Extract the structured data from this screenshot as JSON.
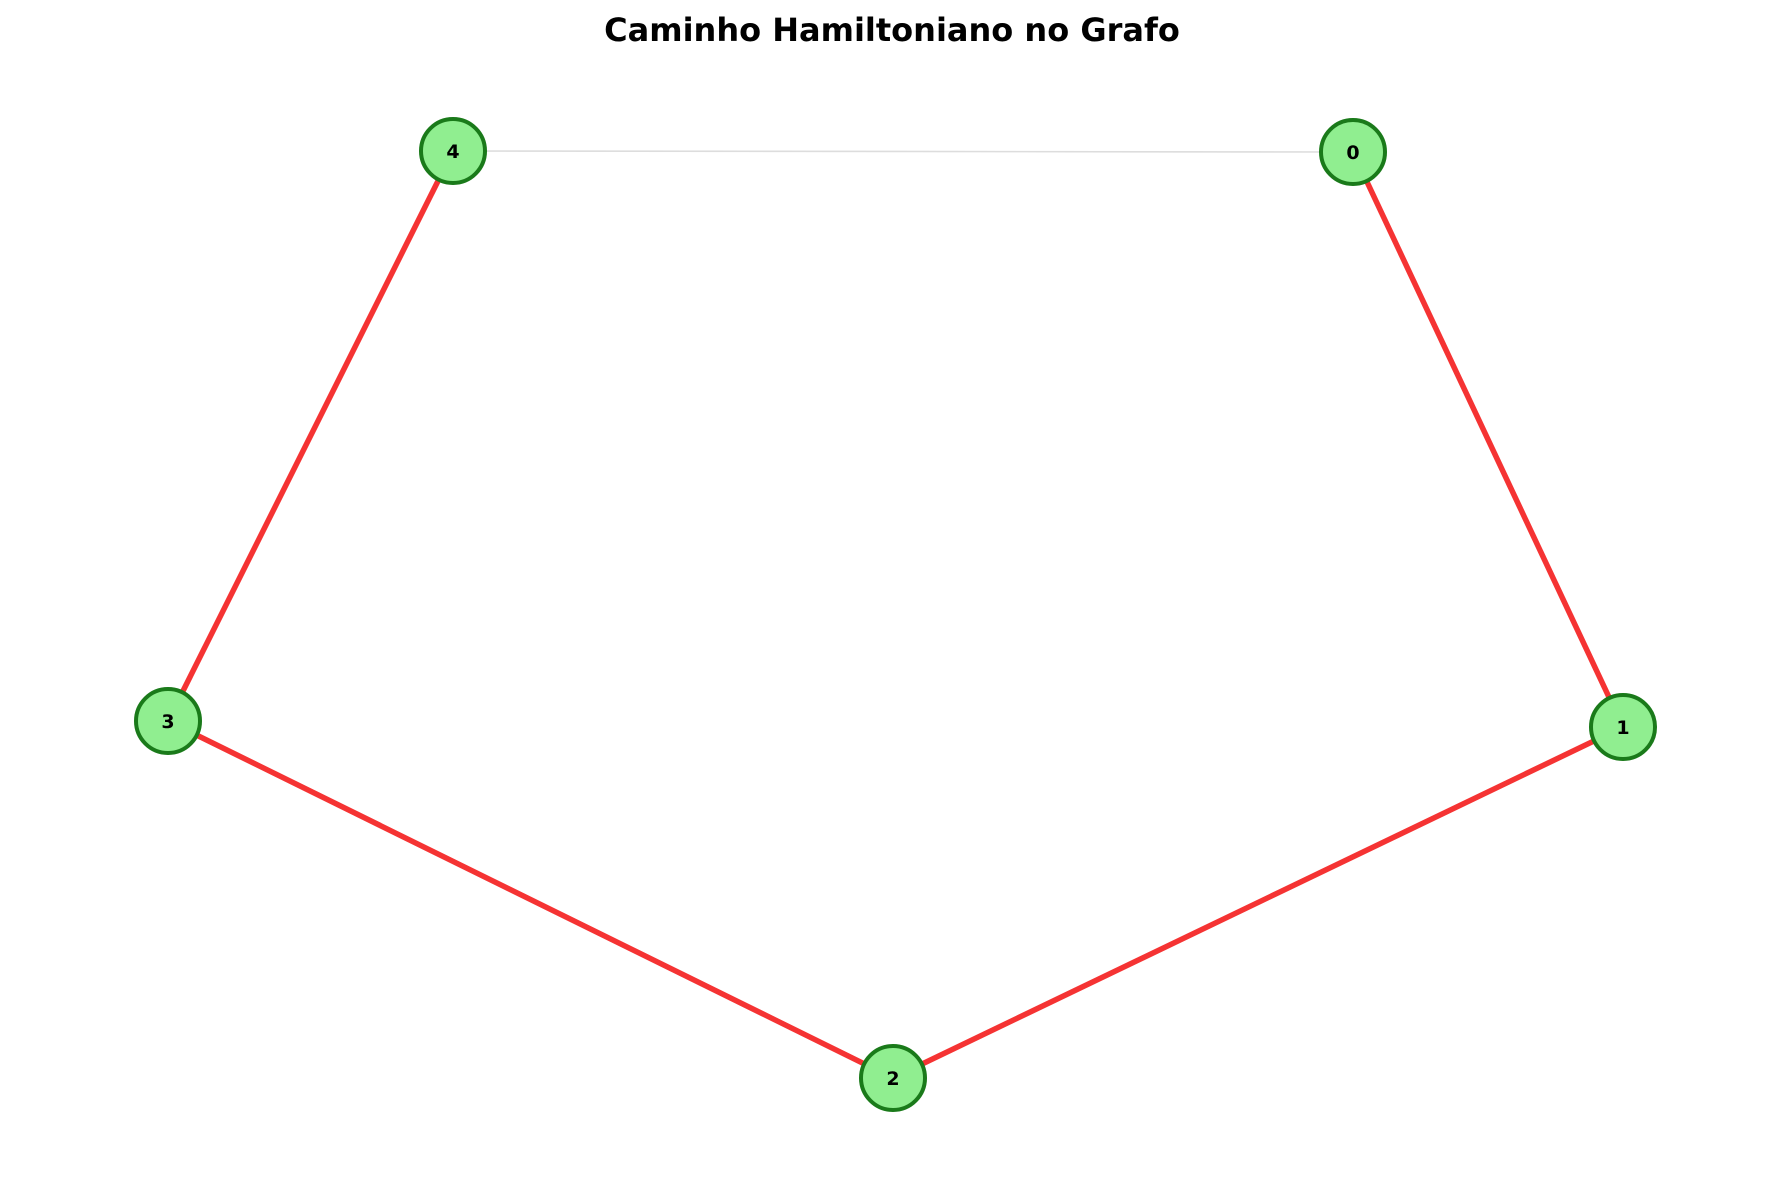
{
  "title": "Caminho Hamiltoniano no Grafo",
  "colors": {
    "path_edge": "#f53333",
    "other_edge": "#dddddd",
    "node_fill": "#90ee90",
    "node_stroke": "#1a7a1a",
    "label": "#000000"
  },
  "nodes": [
    {
      "id": "0",
      "label": "0"
    },
    {
      "id": "1",
      "label": "1"
    },
    {
      "id": "2",
      "label": "2"
    },
    {
      "id": "3",
      "label": "3"
    },
    {
      "id": "4",
      "label": "4"
    }
  ],
  "edges": [
    {
      "source": "4",
      "target": "0",
      "in_path": false
    },
    {
      "source": "0",
      "target": "1",
      "in_path": true
    },
    {
      "source": "1",
      "target": "2",
      "in_path": true
    },
    {
      "source": "2",
      "target": "3",
      "in_path": true
    },
    {
      "source": "3",
      "target": "4",
      "in_path": true
    }
  ]
}
